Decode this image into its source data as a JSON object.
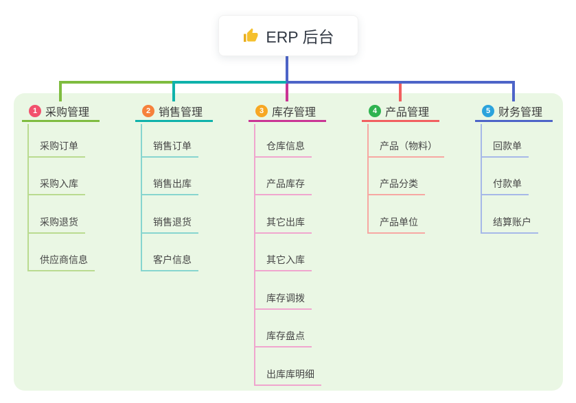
{
  "root": {
    "label": "ERP 后台",
    "icon": "thumbs-up",
    "icon_color": "#f5c02e",
    "stem_color": "#4d64c8"
  },
  "canvas": {
    "page_bg": "#ffffff",
    "panel_bg": "#eaf7e4",
    "title_text_color": "#3d3d3d",
    "child_text_color": "#464646"
  },
  "branches": [
    {
      "index": "1",
      "label": "采购管理",
      "badge_color": "#f2516d",
      "line_color": "#7fbc40",
      "child_line_color": "#b9db8f",
      "children": [
        "采购订单",
        "采购入库",
        "采购退货",
        "供应商信息"
      ]
    },
    {
      "index": "2",
      "label": "销售管理",
      "badge_color": "#f6813c",
      "line_color": "#0fb2ab",
      "child_line_color": "#86d5cf",
      "children": [
        "销售订单",
        "销售出库",
        "销售退货",
        "客户信息"
      ]
    },
    {
      "index": "3",
      "label": "库存管理",
      "badge_color": "#f7a723",
      "line_color": "#ca3595",
      "child_line_color": "#f0a5ce",
      "children": [
        "仓库信息",
        "产品库存",
        "其它出库",
        "其它入库",
        "库存调拨",
        "库存盘点",
        "出库库明细"
      ]
    },
    {
      "index": "4",
      "label": "产品管理",
      "badge_color": "#2fb350",
      "line_color": "#f15f5f",
      "child_line_color": "#f7a7a2",
      "children": [
        "产品（物料）",
        "产品分类",
        "产品单位"
      ]
    },
    {
      "index": "5",
      "label": "财务管理",
      "badge_color": "#2ba3dc",
      "line_color": "#4d64c8",
      "child_line_color": "#a6b8e8",
      "children": [
        "回款单",
        "付款单",
        "结算账户"
      ]
    }
  ]
}
